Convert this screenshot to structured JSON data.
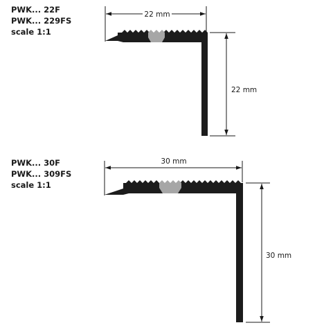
{
  "profiles": [
    {
      "codes": [
        "PWK... 22F",
        "PWK... 229FS"
      ],
      "scale": "scale 1:1",
      "width_label": "22 mm",
      "height_label": "22 mm"
    },
    {
      "codes": [
        "PWK... 30F",
        "PWK... 309FS"
      ],
      "scale": "scale 1:1",
      "width_label": "30 mm",
      "height_label": "30 mm"
    }
  ],
  "colors": {
    "profile": "#1c1c1c",
    "insert": "#a6a6a6",
    "line": "#1a1a1a"
  }
}
